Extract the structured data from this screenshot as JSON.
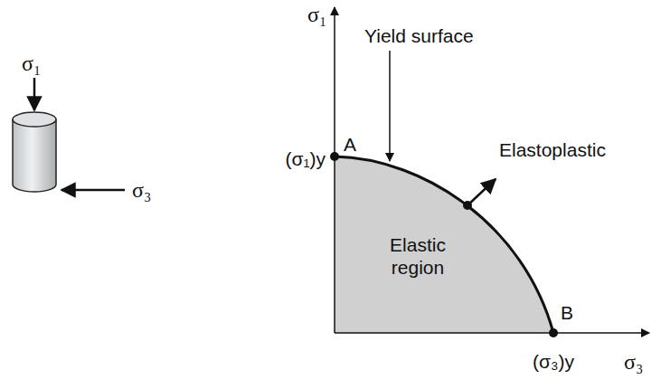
{
  "diagram": {
    "nodes": [
      {
        "text": [
          "Elastic region"
        ]
      }
    ],
    "labels": [
      "σ₁",
      "σ₃",
      "σ₁",
      "Yield surface",
      "A",
      "(σ₁)y",
      "Elastoplastic",
      "B",
      "(σ₃)y",
      "σ₃"
    ]
  }
}
